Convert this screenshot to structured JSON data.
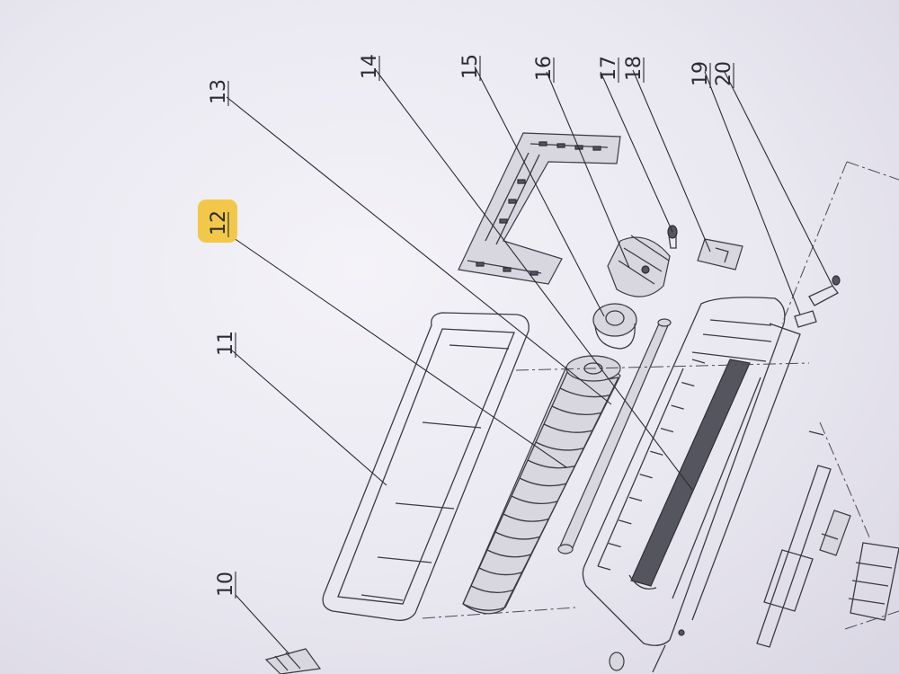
{
  "callouts": [
    {
      "id": "10",
      "label": "10",
      "highlighted": false
    },
    {
      "id": "11",
      "label": "11",
      "highlighted": false
    },
    {
      "id": "12",
      "label": "12",
      "highlighted": true
    },
    {
      "id": "13",
      "label": "13",
      "highlighted": false
    },
    {
      "id": "14",
      "label": "14",
      "highlighted": false
    },
    {
      "id": "15",
      "label": "15",
      "highlighted": false
    },
    {
      "id": "16",
      "label": "16",
      "highlighted": false
    },
    {
      "id": "17",
      "label": "17",
      "highlighted": false
    },
    {
      "id": "18",
      "label": "18",
      "highlighted": false
    },
    {
      "id": "19",
      "label": "19",
      "highlighted": false
    },
    {
      "id": "20",
      "label": "20",
      "highlighted": false
    }
  ],
  "colors": {
    "highlight": "#f2c84b",
    "line": "#2b2b33",
    "paper": "#ecebf2"
  }
}
